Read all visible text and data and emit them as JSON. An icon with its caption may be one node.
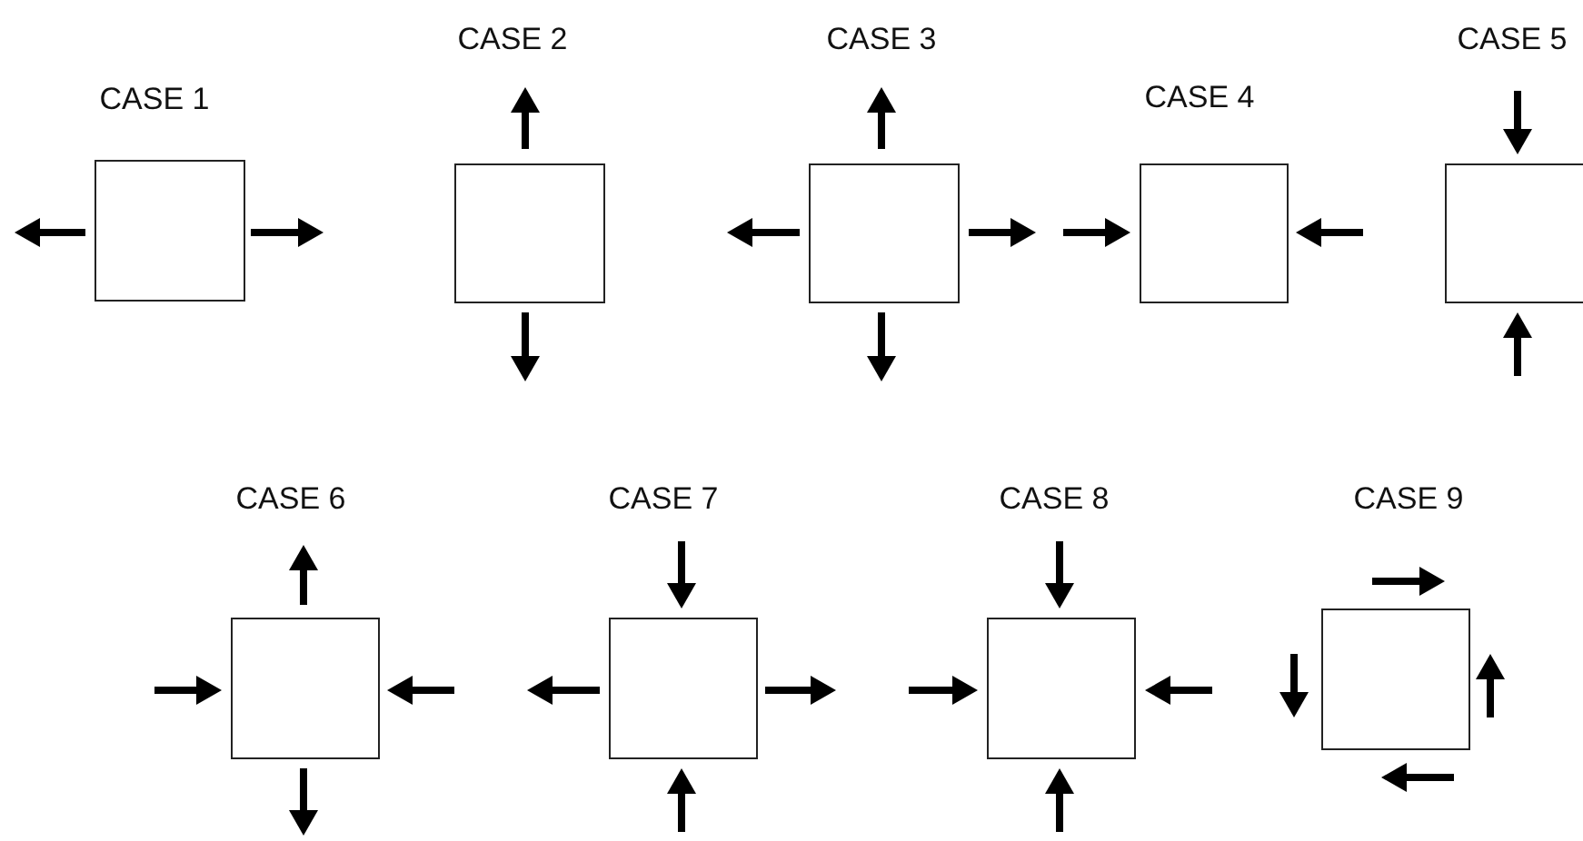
{
  "diagram": {
    "nodes": [
      {
        "text": [
          "CASE 1"
        ]
      },
      {
        "text": [
          "CASE 2"
        ]
      },
      {
        "text": [
          "CASE 3"
        ]
      },
      {
        "text": [
          "CASE 4"
        ]
      },
      {
        "text": [
          "CASE 5"
        ]
      },
      {
        "text": [
          "CASE 6"
        ]
      },
      {
        "text": [
          "CASE 7"
        ]
      },
      {
        "text": [
          "CASE 8"
        ]
      },
      {
        "text": [
          "CASE 9"
        ]
      }
    ]
  }
}
